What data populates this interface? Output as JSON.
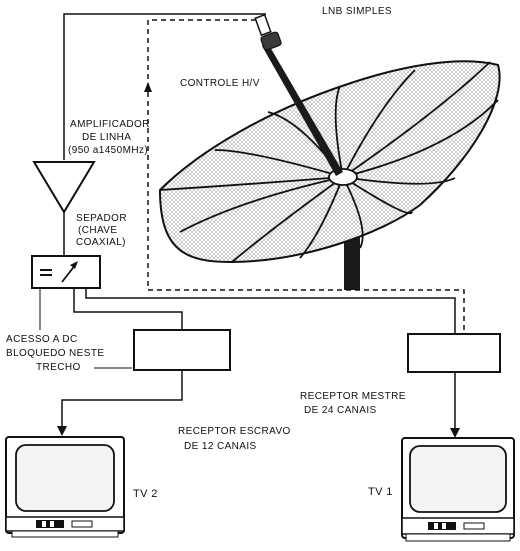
{
  "labels": {
    "lnb": "LNB  SIMPLES",
    "controle": "CONTROLE H/V",
    "amplificador_line1": "AMPLIFICADOR",
    "amplificador_line2": "DE LINHA",
    "amplificador_line3": "(950 a1450MHz)",
    "separador_line1": "SEPADOR",
    "separador_line2": "(CHAVE",
    "separador_line3": "COAXIAL)",
    "acesso_line1": "ACESSO A DC",
    "acesso_line2": "BLOQUEDO NESTE",
    "acesso_line3": "TRECHO",
    "receptor_mestre_line1": "RECEPTOR MESTRE",
    "receptor_mestre_line2": "DE 24 CANAIS",
    "receptor_escravo_line1": "RECEPTOR ESCRAVO",
    "receptor_escravo_line2": "DE 12 CANAIS",
    "tv2": "TV 2",
    "tv1": "TV 1"
  },
  "colors": {
    "line": "#111111",
    "mesh": "#cfcfcf",
    "screen": "#f4f4f4",
    "mast": "#1a1a1a"
  }
}
